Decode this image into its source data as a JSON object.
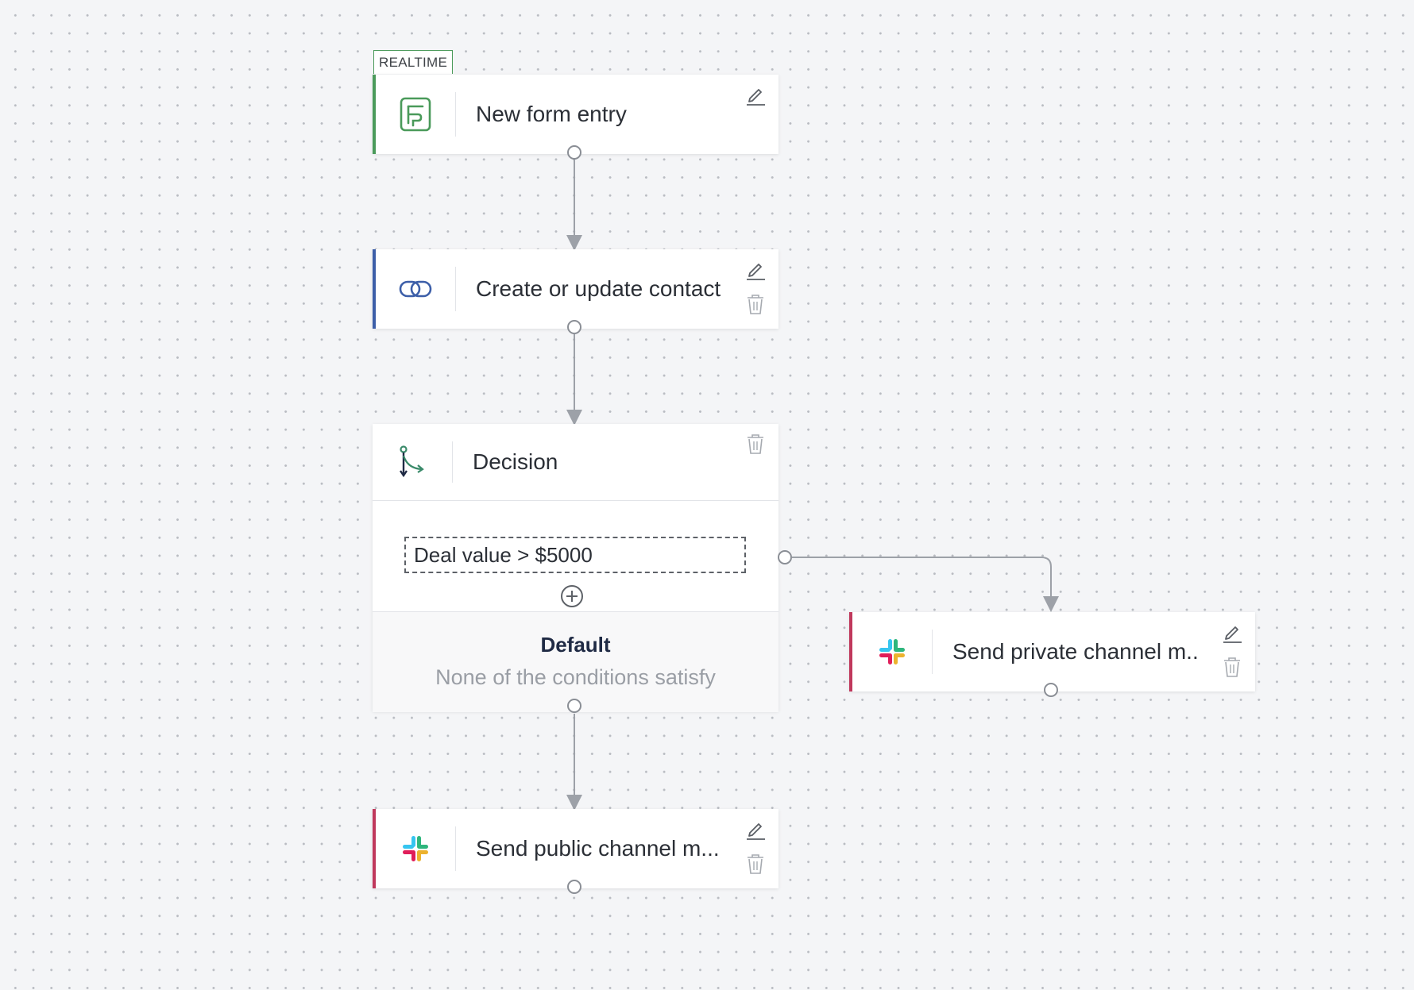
{
  "badge": "REALTIME",
  "nodes": {
    "trigger": {
      "title": "New form entry",
      "icon": "form-icon",
      "accent": "#4a9a5a"
    },
    "contact": {
      "title": "Create or update contact",
      "icon": "link-icon",
      "accent": "#3c5ea8"
    },
    "decision": {
      "title": "Decision",
      "icon": "branch-icon",
      "condition": "Deal value > $5000",
      "default_title": "Default",
      "default_subtitle": "None of the conditions satisfy"
    },
    "private": {
      "title": "Send private channel m...",
      "icon": "slack-icon",
      "accent": "#c0385c"
    },
    "public": {
      "title": "Send public channel m...",
      "icon": "slack-icon",
      "accent": "#c0385c"
    }
  },
  "icons": {
    "edit": "pencil-icon",
    "delete": "trash-icon",
    "add": "plus-circle-icon"
  },
  "colors": {
    "background": "#f4f5f7",
    "wire": "#9da1a8",
    "slack": [
      "#36c5f0",
      "#2eb67d",
      "#e01e5a",
      "#ecb22e"
    ]
  }
}
